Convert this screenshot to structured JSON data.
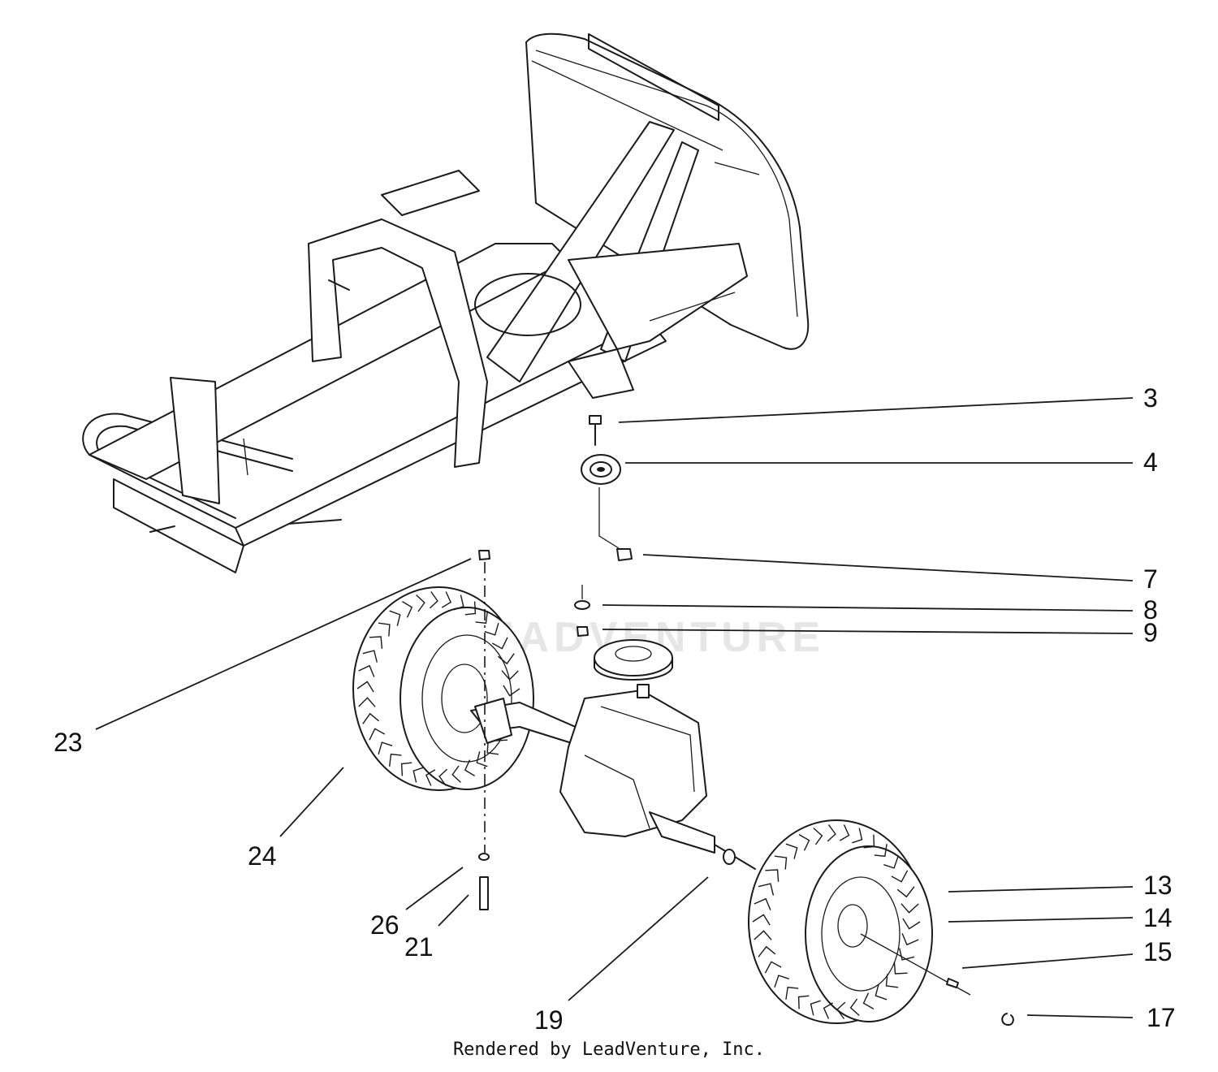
{
  "callouts": [
    {
      "id": "3",
      "label": "3"
    },
    {
      "id": "4",
      "label": "4"
    },
    {
      "id": "7",
      "label": "7"
    },
    {
      "id": "8",
      "label": "8"
    },
    {
      "id": "9",
      "label": "9"
    },
    {
      "id": "13",
      "label": "13"
    },
    {
      "id": "14",
      "label": "14"
    },
    {
      "id": "15",
      "label": "15"
    },
    {
      "id": "17",
      "label": "17"
    },
    {
      "id": "19",
      "label": "19"
    },
    {
      "id": "21",
      "label": "21"
    },
    {
      "id": "23",
      "label": "23"
    },
    {
      "id": "24",
      "label": "24"
    },
    {
      "id": "26",
      "label": "26"
    }
  ],
  "credit": "Rendered by LeadVenture, Inc.",
  "watermark": "LEADVENTURE"
}
